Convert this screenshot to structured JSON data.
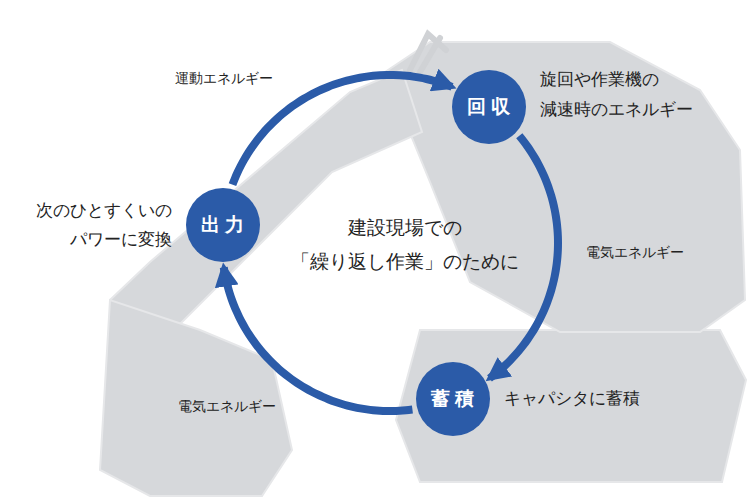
{
  "diagram": {
    "nodes": [
      {
        "text": [
          "回収",
          "旋回や作業機の 減速時のエネルギー"
        ]
      },
      {
        "text": [
          "出力",
          "次のひとすくいの パワーに変換"
        ]
      },
      {
        "text": [
          "蓄積",
          "キャパシタに蓄積"
        ]
      }
    ],
    "edges": [
      {
        "from": 1,
        "to": 0,
        "arrow": "to",
        "label": "運動エネルギー"
      },
      {
        "from": 0,
        "to": 2,
        "arrow": "to",
        "label": "電気エネルギー"
      },
      {
        "from": 2,
        "to": 1,
        "arrow": "to",
        "label": "電気エネルギー"
      }
    ],
    "labels": [
      "建設現場での 「繰り返し作業」のために"
    ]
  }
}
